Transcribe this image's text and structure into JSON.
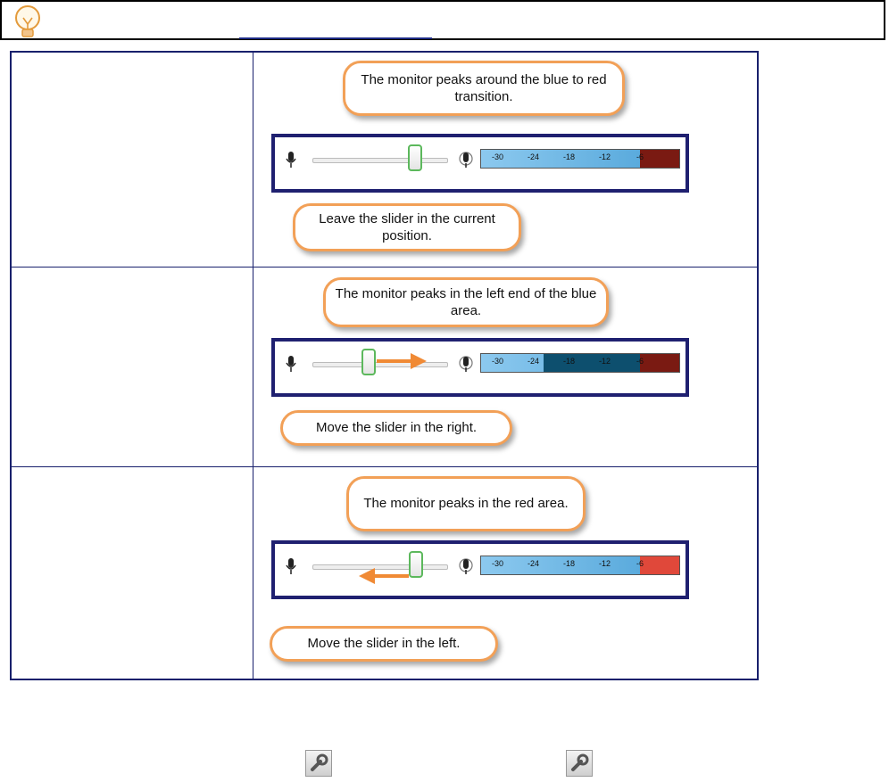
{
  "tip": {
    "icon": "lightbulb-icon"
  },
  "rows": [
    {
      "label": "",
      "callout_top": "The monitor peaks around the blue to red transition.",
      "callout_bottom": "Leave the slider in the current position.",
      "slider_level": 0.77,
      "meter_ticks": [
        "-30",
        "-24",
        "-18",
        "-12",
        "-6"
      ],
      "arrow": "none"
    },
    {
      "label": "",
      "callout_top": "The monitor peaks in the left end of the blue area.",
      "callout_bottom": "Move the slider in the right.",
      "slider_level": 0.43,
      "meter_ticks": [
        "-30",
        "-24",
        "-18",
        "-12",
        "-6"
      ],
      "arrow": "right"
    },
    {
      "label": "",
      "callout_top": "The monitor peaks in the red area.",
      "callout_bottom": "Move the slider in the left.",
      "slider_level": 0.78,
      "meter_ticks": [
        "-30",
        "-24",
        "-18",
        "-12",
        "-6"
      ],
      "arrow": "left"
    }
  ],
  "footer": {
    "icons": [
      "wrench-icon",
      "wrench-icon"
    ]
  },
  "colors": {
    "callout_border": "#f2a057",
    "panel_border": "#1f2070",
    "meter_blue": "#4ea3d8",
    "meter_red": "#7a1a12",
    "arrow": "#f08a35"
  }
}
